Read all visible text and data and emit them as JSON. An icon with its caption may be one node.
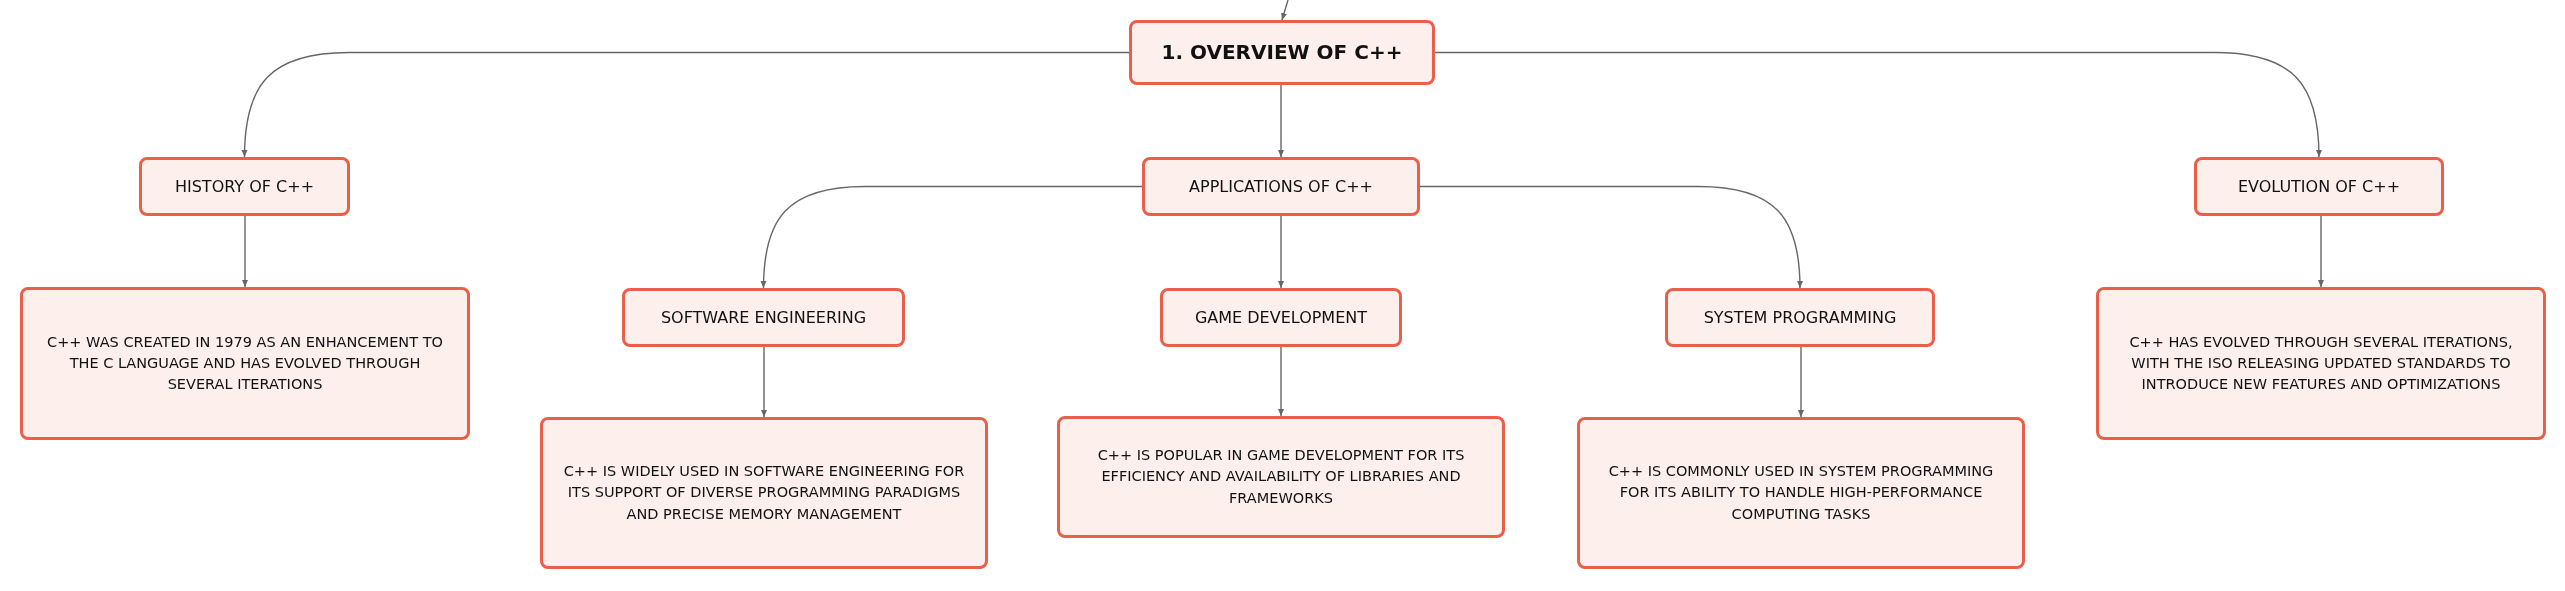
{
  "diagram": {
    "nodes": [
      {
        "text": [
          "1. OVERVIEW OF C++"
        ]
      },
      {
        "text": [
          "HISTORY OF C++"
        ]
      },
      {
        "text": [
          "APPLICATIONS OF C++"
        ]
      },
      {
        "text": [
          "EVOLUTION OF C++"
        ]
      },
      {
        "text": [
          "C++ WAS CREATED IN 1979 AS AN ENHANCEMENT TO THE C LANGUAGE AND HAS EVOLVED THROUGH SEVERAL ITERATIONS"
        ]
      },
      {
        "text": [
          "SOFTWARE ENGINEERING"
        ]
      },
      {
        "text": [
          "GAME DEVELOPMENT"
        ]
      },
      {
        "text": [
          "SYSTEM PROGRAMMING"
        ]
      },
      {
        "text": [
          "C++ IS WIDELY USED IN SOFTWARE ENGINEERING FOR ITS SUPPORT OF DIVERSE PROGRAMMING PARADIGMS AND PRECISE MEMORY MANAGEMENT"
        ]
      },
      {
        "text": [
          "C++ IS POPULAR IN GAME DEVELOPMENT FOR ITS EFFICIENCY AND AVAILABILITY OF LIBRARIES AND FRAMEWORKS"
        ]
      },
      {
        "text": [
          "C++ IS COMMONLY USED IN SYSTEM PROGRAMMING FOR ITS ABILITY TO HANDLE HIGH-PERFORMANCE COMPUTING TASKS"
        ]
      },
      {
        "text": [
          "C++ HAS EVOLVED THROUGH SEVERAL ITERATIONS, WITH THE ISO RELEASING UPDATED STANDARDS TO INTRODUCE NEW FEATURES AND OPTIMIZATIONS"
        ]
      }
    ],
    "edges": [
      {
        "from": null,
        "to": 0,
        "arrow": "to"
      },
      {
        "from": 0,
        "to": 1,
        "arrow": "to"
      },
      {
        "from": 0,
        "to": 2,
        "arrow": "to"
      },
      {
        "from": 0,
        "to": 3,
        "arrow": "to"
      },
      {
        "from": 1,
        "to": 4,
        "arrow": "to"
      },
      {
        "from": 2,
        "to": 5,
        "arrow": "to"
      },
      {
        "from": 2,
        "to": 6,
        "arrow": "to"
      },
      {
        "from": 2,
        "to": 7,
        "arrow": "to"
      },
      {
        "from": 5,
        "to": 8,
        "arrow": "to"
      },
      {
        "from": 6,
        "to": 9,
        "arrow": "to"
      },
      {
        "from": 7,
        "to": 10,
        "arrow": "to"
      },
      {
        "from": 3,
        "to": 11,
        "arrow": "to"
      }
    ]
  }
}
